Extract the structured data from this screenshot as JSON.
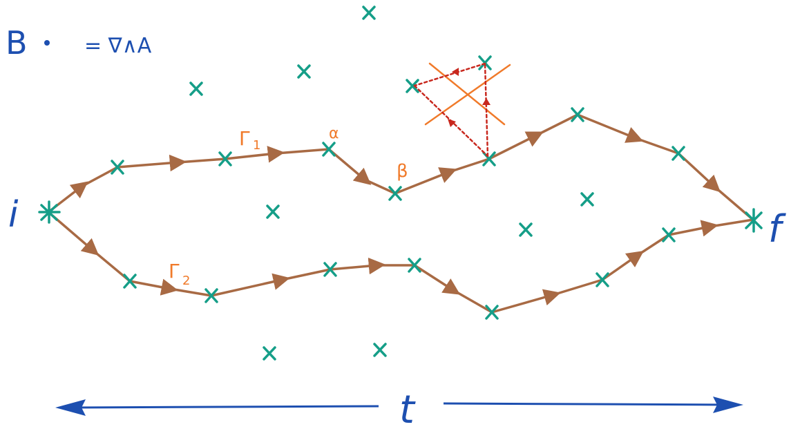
{
  "formula": {
    "B": "B",
    "rest": "= ∇∧A"
  },
  "labels": {
    "initial": "i",
    "final": "f",
    "time": "t",
    "gamma1": "Γ",
    "gamma1_sub": "1",
    "gamma2": "Γ",
    "gamma2_sub": "2",
    "alpha": "α",
    "beta": "β"
  },
  "colors": {
    "path": "#a86a44",
    "cross": "#159e88",
    "blue": "#1d4fb0",
    "orange": "#f07a2a",
    "red": "#c8281e"
  }
}
